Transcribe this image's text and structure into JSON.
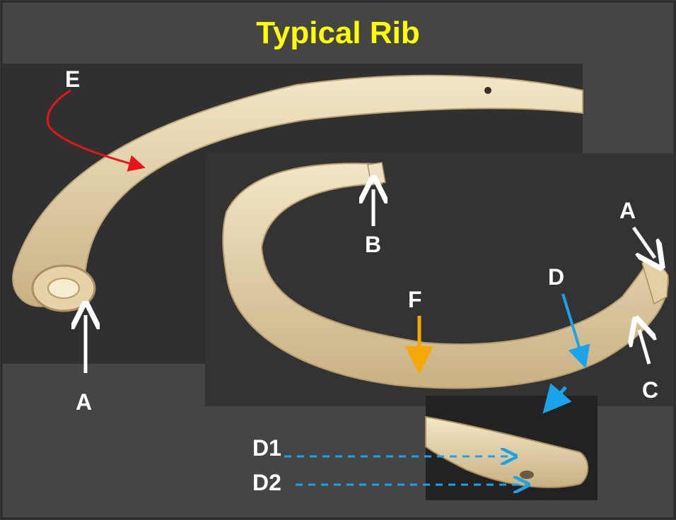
{
  "slide": {
    "title": "Typical Rib",
    "labels": {
      "e": "E",
      "a_left": "A",
      "b": "B",
      "a_right": "A",
      "d": "D",
      "f": "F",
      "c": "C",
      "d1": "D1",
      "d2": "D2"
    },
    "colors": {
      "background": "#454545",
      "title": "#ffff00",
      "label": "#ffffff",
      "arrow_white": "#ffffff",
      "arrow_red": "#e8141a",
      "arrow_blue": "#1aa3e8",
      "arrow_orange": "#f5a800",
      "bone": "#e8d5ae",
      "photo_bg": "#2b2b2b"
    }
  }
}
